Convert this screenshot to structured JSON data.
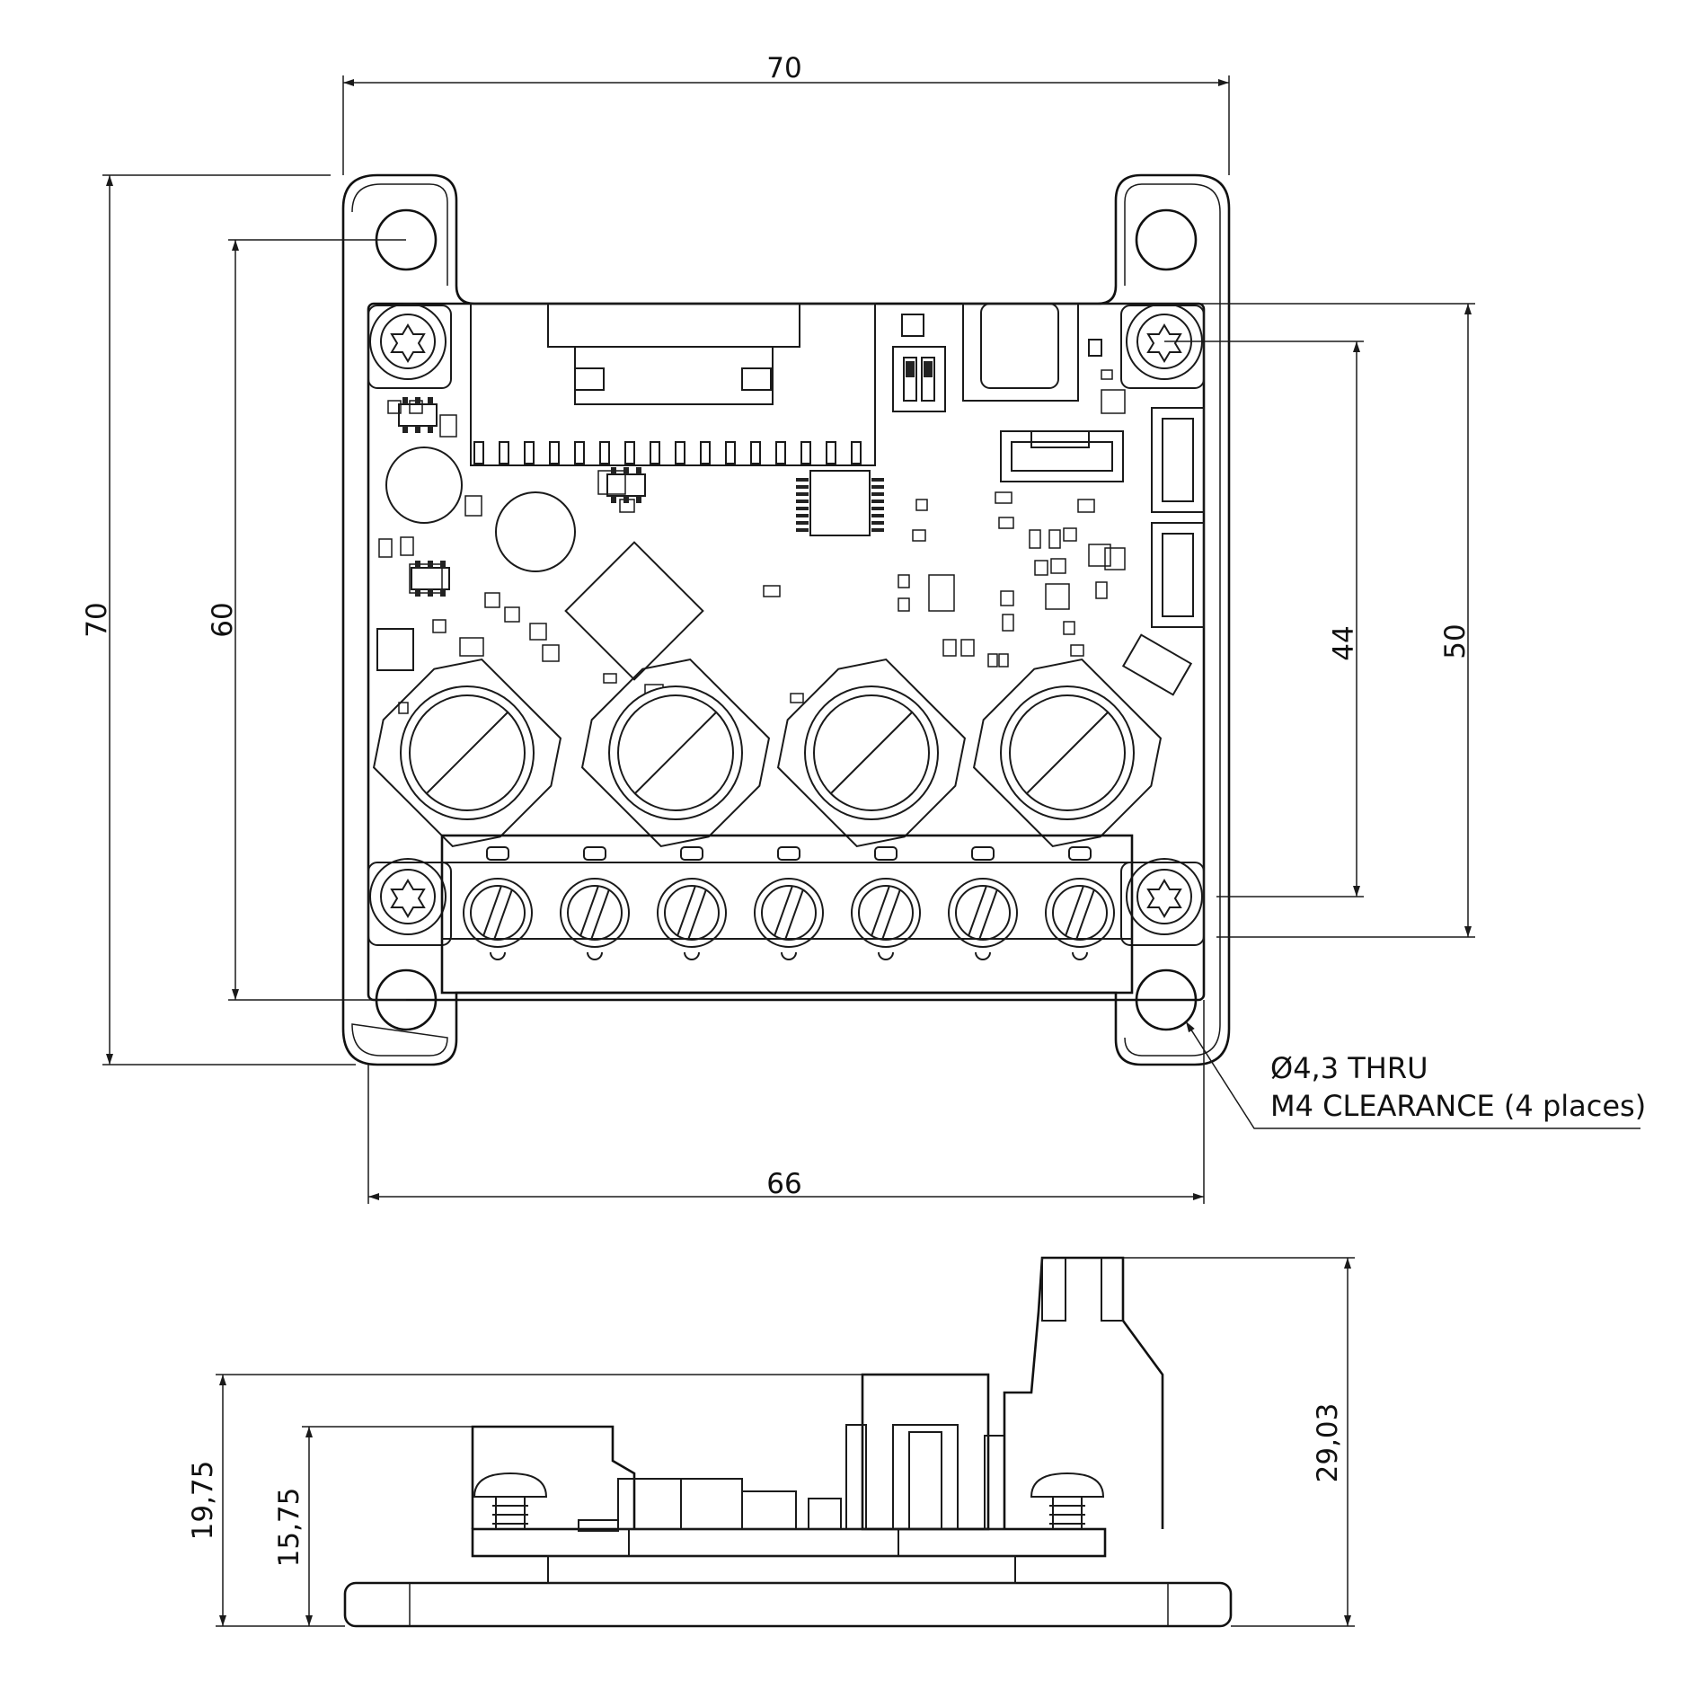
{
  "dimensions": {
    "top_width": "70",
    "left_height_outer": "70",
    "left_height_holes": "60",
    "right_height_a": "44",
    "right_height_b": "50",
    "bottom_width": "66",
    "side_height_a": "19,75",
    "side_height_b": "15,75",
    "side_height_total": "29,03"
  },
  "hole_note": {
    "line1": "Ø4,3 THRU",
    "line2": "M4 CLEARANCE (4 places)"
  },
  "colors": {
    "line": "#1a1a1a",
    "background": "#ffffff"
  },
  "terminal_count": 7,
  "capacitor_count": 4
}
